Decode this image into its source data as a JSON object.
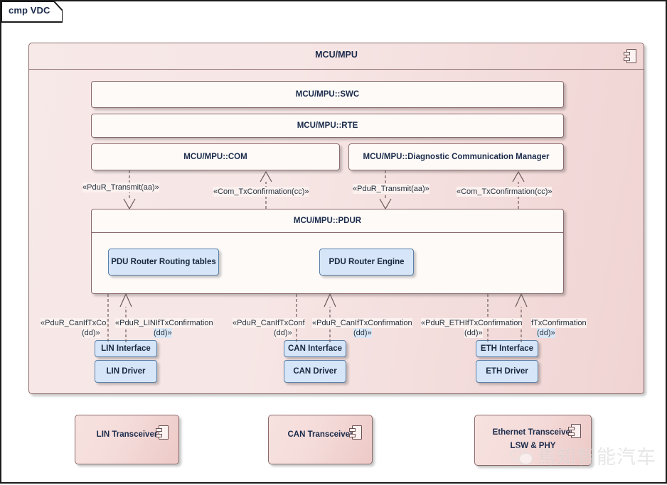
{
  "frame": {
    "title": "cmp VDC"
  },
  "mcu": {
    "title": "MCU/MPU",
    "icon": "component-icon",
    "layers": {
      "swc": "MCU/MPU::SWC",
      "rte": "MCU/MPU::RTE",
      "com": "MCU/MPU::COM",
      "dcm": "MCU/MPU::Diagnostic Communication Manager",
      "pdur": "MCU/MPU::PDUR"
    },
    "pdur_parts": [
      "PDU Router Routing tables",
      "PDU Router Engine"
    ],
    "interfaces": [
      "LIN Interface",
      "CAN Interface",
      "ETH Interface"
    ],
    "drivers": [
      "LIN Driver",
      "CAN Driver",
      "ETH Driver"
    ]
  },
  "stereotypes": {
    "com_transmit": "«PduR_Transmit(aa)»",
    "com_txconf": "«Com_TxConfirmation(cc)»",
    "dcm_transmit": "«PduR_Transmit(aa)»",
    "dcm_txconf": "«Com_TxConfirmation(cc)»",
    "lin_left_l1": "«PduR_CanIfTxCo",
    "lin_left_l2": "(dd)»",
    "lin_right_l1": "«PduR_LINIfTxConfirmation",
    "lin_right_l2": "(dd)»",
    "can_left_l1": "«PduR_CanIfTxConf",
    "can_left_l2": "(dd)»",
    "can_right_l1": "«PduR_CanIfTxConfirmation",
    "can_right_l2": "(dd)»",
    "eth_left_l1": "«PduR_ETHIfTxConfirmation",
    "eth_left_l2": "(dd)»",
    "eth_right_l1": "fTxConfirmation",
    "eth_right_l2": "(dd)»"
  },
  "transceivers": [
    {
      "name": "LIN Transceiver",
      "line2": ""
    },
    {
      "name": "CAN Transceiver",
      "line2": ""
    },
    {
      "name": "Ethernet Transceiver",
      "line2": "LSW & PHY"
    }
  ],
  "watermark": {
    "text": "焉知智能汽车",
    "icon": "wechat-icon"
  },
  "colors": {
    "component_fill": "#f3dedd",
    "layer_fill": "#fdfaf8",
    "leaf_fill": "#d6e5f7",
    "border": "#8a6a6a",
    "leaf_border": "#5a7fa8",
    "text": "#1b2b4b"
  }
}
